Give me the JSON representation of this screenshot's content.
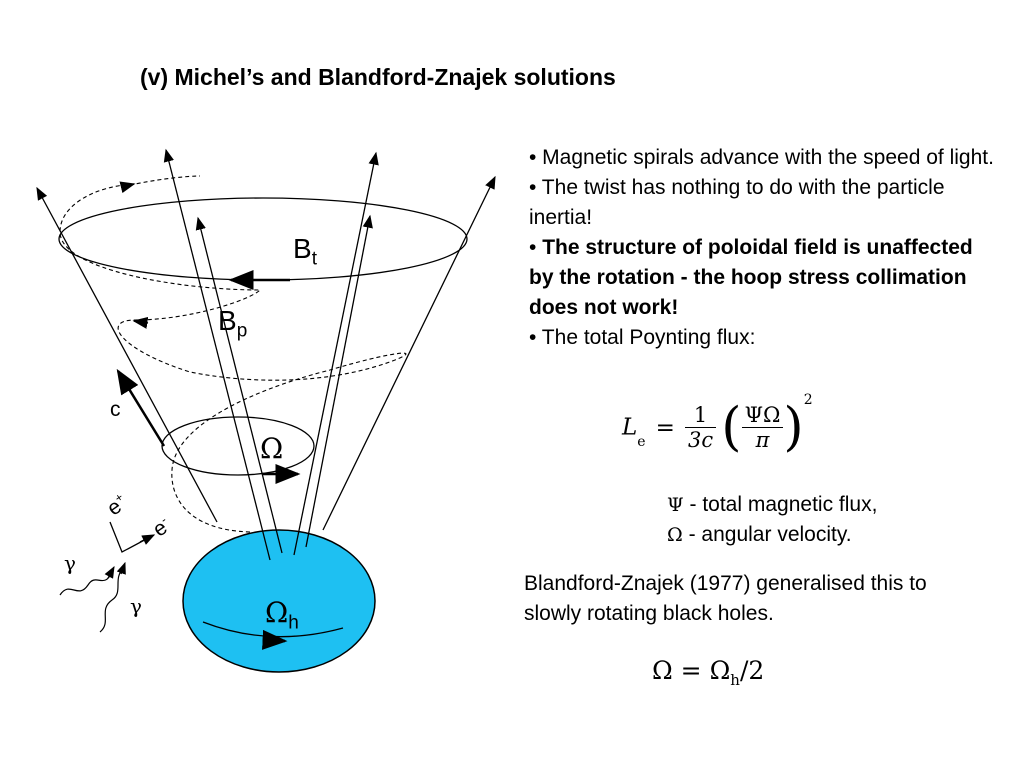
{
  "slide": {
    "title": "(v) Michel’s and Blandford-Znajek solutions",
    "bullets": [
      {
        "text": "• Magnetic spirals advance with the speed of light."
      },
      {
        "text": "• The twist has nothing to do with the particle inertia!"
      },
      {
        "prefix": "• ",
        "text": "The structure of poloidal field is unaffected by the rotation - the hoop stress collimation does not work!"
      },
      {
        "text": "• The total Poynting flux:"
      }
    ],
    "poynting_formula": {
      "lhs": "L",
      "lhs_sub": "e",
      "equals": "=",
      "frac_num": "1",
      "frac_den": "3c",
      "inner_num": "ΨΩ",
      "inner_den": "π",
      "power": "2"
    },
    "definitions": [
      {
        "symbol": "Ψ",
        "text": " - total magnetic flux,"
      },
      {
        "symbol": "Ω",
        "text": " - angular velocity."
      }
    ],
    "bz_note": "Blandford-Znajek (1977) generalised this to slowly rotating black holes.",
    "bz_formula": {
      "lhs": "Ω = Ω",
      "sub": "h",
      "rhs": "/2"
    }
  },
  "diagram": {
    "labels": {
      "bt": "B",
      "bt_sub": "t",
      "bp": "B",
      "bp_sub": "p",
      "c": "c",
      "omega": "Ω",
      "omega_h": "Ω",
      "omega_h_sub": "h",
      "e_plus": "e",
      "e_plus_sup": "+",
      "e_minus": "e",
      "e_minus_sup": "-",
      "gamma1": "γ",
      "gamma2": "γ"
    },
    "colors": {
      "black_hole": "#1ec0f2",
      "lines": "#000000"
    }
  }
}
